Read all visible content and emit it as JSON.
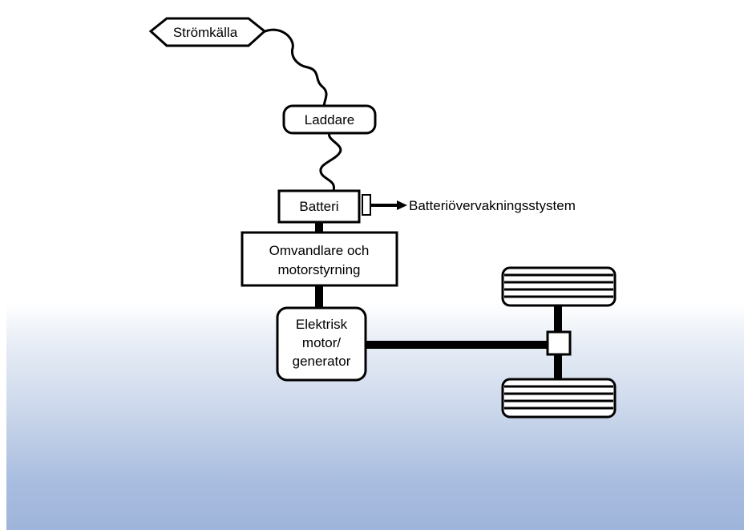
{
  "diagram": {
    "nodes": {
      "power_source": {
        "label": "Strömkälla"
      },
      "charger": {
        "label": "Laddare"
      },
      "battery": {
        "label": "Batteri"
      },
      "battery_monitoring": {
        "label": "Batteriövervakningsstystem"
      },
      "inverter": {
        "lines": [
          "Omvandlare och",
          "motorstyrning"
        ]
      },
      "motor": {
        "lines": [
          "Elektrisk",
          "motor/",
          "generator"
        ]
      }
    },
    "colors": {
      "line": "#000000",
      "box_fill": "#ffffff",
      "background_top": "#ffffff",
      "background_bottom": "#9fb4da"
    }
  }
}
